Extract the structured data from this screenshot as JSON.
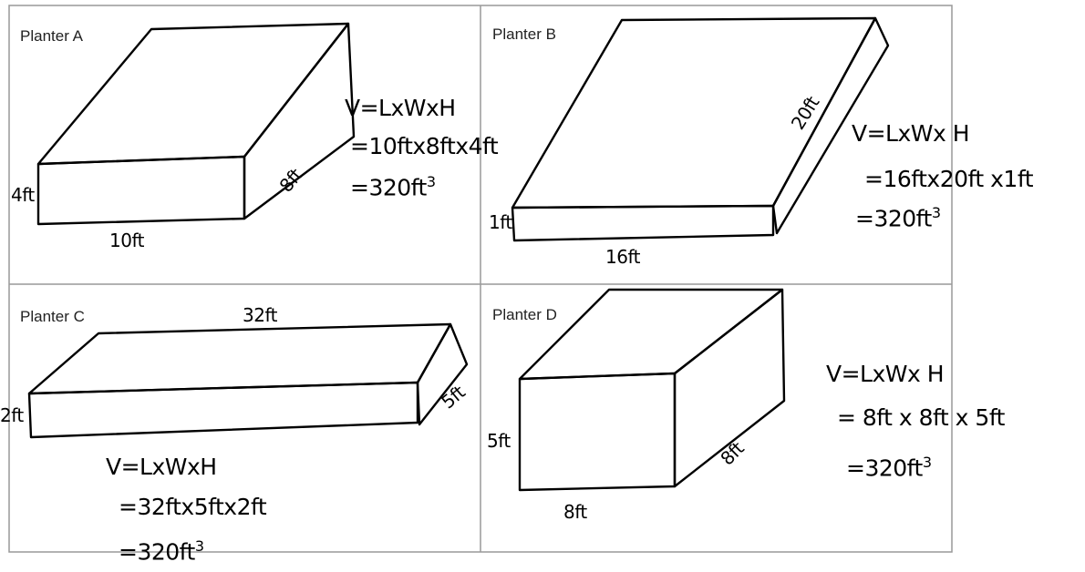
{
  "planters": [
    {
      "title": "Planter A",
      "dims": {
        "front": "10ft",
        "side": "8ft",
        "height": "4ft"
      },
      "equation": [
        "V=LxWxH",
        "=10ftx8ftx4ft",
        "=320ft"
      ],
      "exponent": "3"
    },
    {
      "title": "Planter B",
      "dims": {
        "front": "16ft",
        "side": "20ft",
        "height": "1ft"
      },
      "equation": [
        "V=LxWx H",
        "=16ftx20ft x1ft",
        "=320ft"
      ],
      "exponent": "3"
    },
    {
      "title": "Planter C",
      "dims": {
        "top": "32ft",
        "side": "5ft",
        "height": "2ft"
      },
      "equation": [
        "V=LxWxH",
        "=32ftx5ftx2ft",
        "=320ft"
      ],
      "exponent": "3"
    },
    {
      "title": "Planter D",
      "dims": {
        "front": "8ft",
        "side": "8ft",
        "height": "5ft"
      },
      "equation": [
        "V=LxWx H",
        "= 8ft x 8ft x 5ft",
        "=320ft"
      ],
      "exponent": "3"
    }
  ]
}
